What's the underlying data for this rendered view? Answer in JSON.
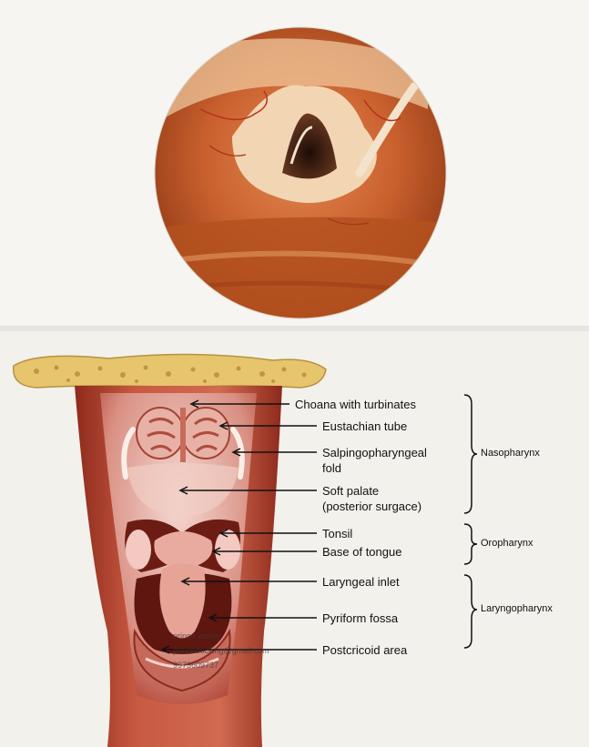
{
  "endoscopy": {
    "colors": {
      "tissue": "#c4582c",
      "background": "#f6f5f1"
    }
  },
  "labels": {
    "choana": "Choana with turbinates",
    "eustachian": "Eustachian tube",
    "salpingo_1": "Salpingopharyngeal",
    "salpingo_2": "fold",
    "soft_palate_1": "Soft palate",
    "soft_palate_2": "(posterior surgace)",
    "tonsil": "Tonsil",
    "base_tongue": "Base of tongue",
    "laryngeal_inlet": "Laryngeal inlet",
    "pyriform": "Pyriform fossa",
    "postcricoid": "Postcricoid area"
  },
  "regions": {
    "nasopharynx": "Nasopharynx",
    "oropharynx": "Oropharynx",
    "laryngopharynx": "Laryngopharynx"
  },
  "watermark": {
    "line1": "prince kumar",
    "line2": "princedocking@gmail.com",
    "line3": "9973609737"
  },
  "colors": {
    "pharynx": "#b8412c",
    "skull_base": "#e7c56d",
    "text": "#111111"
  }
}
